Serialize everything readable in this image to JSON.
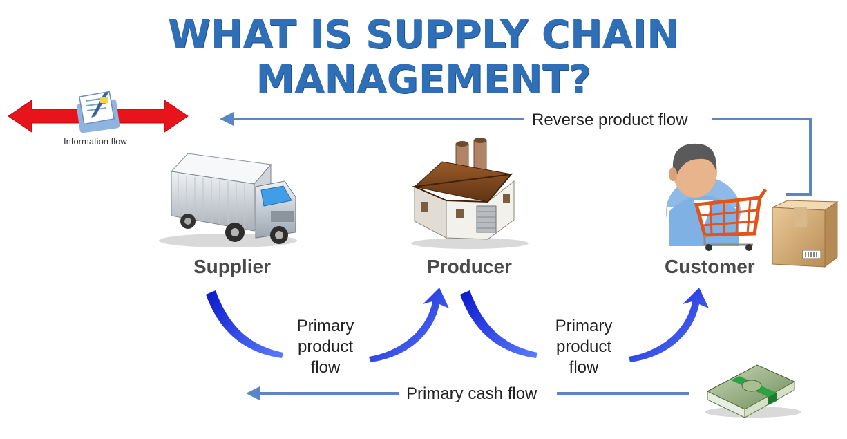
{
  "title": "WHAT IS SUPPLY CHAIN MANAGEMENT?",
  "information_flow": "Information flow",
  "reverse_flow": "Reverse product flow",
  "nodes": {
    "supplier": "Supplier",
    "producer": "Producer",
    "customer": "Customer"
  },
  "primary_flow_1": [
    "Primary",
    "product",
    "flow"
  ],
  "primary_flow_2": [
    "Primary",
    "product",
    "flow"
  ],
  "cash_flow": "Primary cash flow",
  "colors": {
    "title": "#2f6fb7",
    "line": "#5b86c5",
    "curve": "#1f2bd6",
    "info_arrow": "#e8141b"
  }
}
